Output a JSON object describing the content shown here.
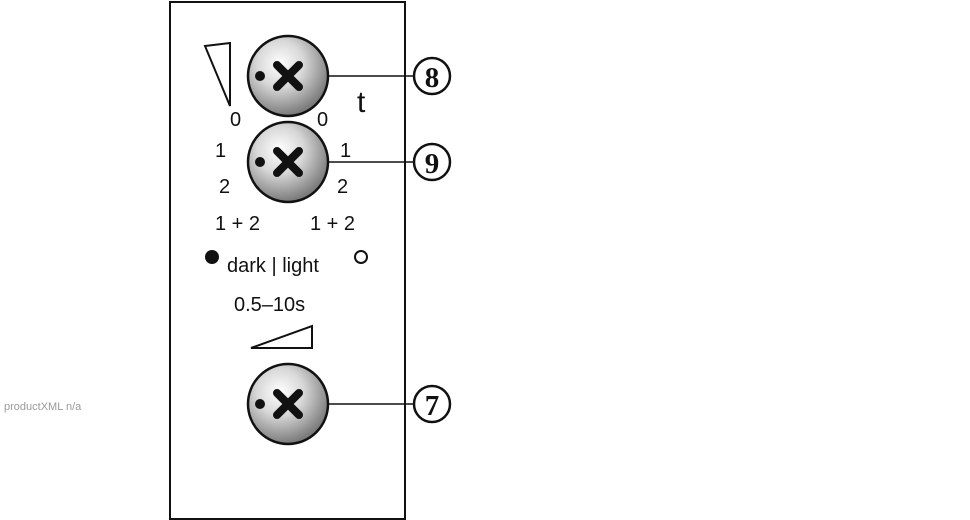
{
  "panel": {
    "labels": {
      "sensitivity_zero_left": "0",
      "time_zero_right": "0",
      "time_symbol": "t",
      "output1_left": "1",
      "output1_right": "1",
      "output2_left": "2",
      "output2_right": "2",
      "both_outputs_left": "1 + 2",
      "both_outputs_right": "1 + 2",
      "dark_light": "dark | light",
      "delay_range": "0.5–10s"
    },
    "callouts": {
      "top_knob": "8",
      "middle_knob": "9",
      "bottom_knob": "7"
    },
    "icons": {
      "sensitivity_wedge": "vertical-wedge-icon",
      "dark_indicator": "filled-dot-icon",
      "light_indicator": "hollow-dot-icon",
      "delay_ramp": "ramp-wedge-icon",
      "knob": "potentiometer-knob-icon"
    }
  },
  "watermark": "productXML n/a"
}
